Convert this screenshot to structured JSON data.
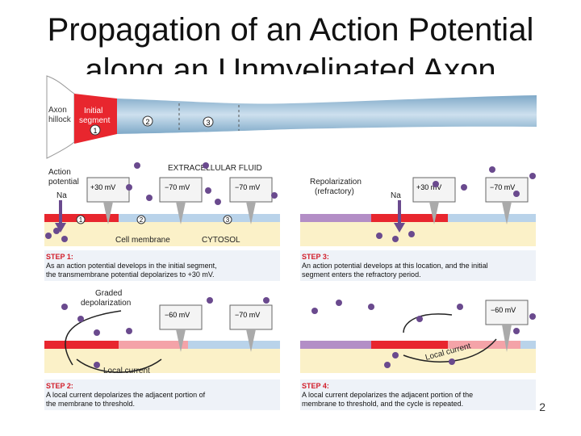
{
  "title": {
    "line1": "Propagation of an Action Potential",
    "line2": "along an Unmyelinated Axon"
  },
  "page_number": "2",
  "axon_strip": {
    "hillock": [
      "Axon",
      "hillock"
    ],
    "initial_segment": [
      "Initial",
      "segment"
    ],
    "markers": [
      "1",
      "2",
      "3"
    ]
  },
  "labels": {
    "extracellular": "EXTRACELLULAR FLUID",
    "action_potential": [
      "Action",
      "potential"
    ],
    "na": "Na",
    "cell_membrane": "Cell membrane",
    "cytosol": "CYTOSOL",
    "repolarization": [
      "Repolarization",
      "(refractory)"
    ],
    "graded": [
      "Graded",
      "depolarization"
    ],
    "local_current": "Local current"
  },
  "meters": {
    "s1_a": "+30 mV",
    "s1_b": "−70 mV",
    "s1_c": "−70 mV",
    "s2_a": "−60 mV",
    "s2_b": "−70 mV",
    "s3_a": "+30 mV",
    "s3_b": "−70 mV",
    "s4_a": "−60 mV"
  },
  "steps": {
    "step1": {
      "head": "STEP 1:",
      "l1": "As an action potential develops in the initial segment,",
      "l2": "the transmembrane potential depolarizes to +30 mV."
    },
    "step2": {
      "head": "STEP 2:",
      "l1": "A local current depolarizes the adjacent portion of",
      "l2": "the membrane to threshold."
    },
    "step3": {
      "head": "STEP 3:",
      "l1": "An action potential develops at this location, and the initial",
      "l2": "segment enters the refractory period."
    },
    "step4": {
      "head": "STEP 4:",
      "l1": "A local current depolarizes the adjacent portion of the",
      "l2": "membrane to threshold, and the cycle is repeated."
    }
  },
  "colors": {
    "active": "#e8262e",
    "graded": "#f4a3a8",
    "refractory": "#b38ec6",
    "resting": "#b9d3ea",
    "cytosol": "#fbf1c8",
    "step_bar": "#eef2f8",
    "step_head": "#d21f2b",
    "ion": "#6a4a8e"
  }
}
